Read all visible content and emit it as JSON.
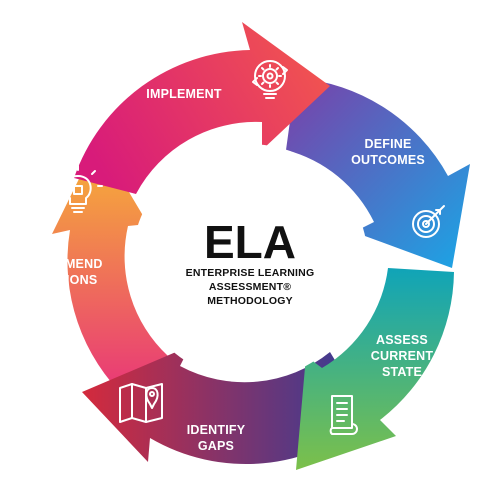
{
  "center": {
    "title": "ELA",
    "subtitle_lines": [
      "ENTERPRISE LEARNING",
      "ASSESSMENT®",
      "METHODOLOGY"
    ]
  },
  "segments": [
    {
      "id": "implement",
      "lines": [
        "IMPLEMENT"
      ],
      "icon": "gear-cycle-icon",
      "colors": [
        "#d81b7a",
        "#f2564e"
      ]
    },
    {
      "id": "define-outcomes",
      "lines": [
        "DEFINE",
        "OUTCOMES"
      ],
      "icon": "target-icon",
      "colors": [
        "#7b3fa8",
        "#1aa6e6"
      ]
    },
    {
      "id": "assess-current-state",
      "lines": [
        "ASSESS",
        "CURRENT",
        "STATE"
      ],
      "icon": "document-icon",
      "colors": [
        "#10a4b8",
        "#7cc04a"
      ]
    },
    {
      "id": "identify-gaps",
      "lines": [
        "IDENTIFY",
        "GAPS"
      ],
      "icon": "map-pin-icon",
      "colors": [
        "#2f3d9a",
        "#d42a3c"
      ]
    },
    {
      "id": "recommend-solutions",
      "lines": [
        "RECOMMEND",
        "SOLUTIONS"
      ],
      "icon": "lightbulb-icon",
      "colors": [
        "#e8337a",
        "#f7b733"
      ]
    }
  ]
}
